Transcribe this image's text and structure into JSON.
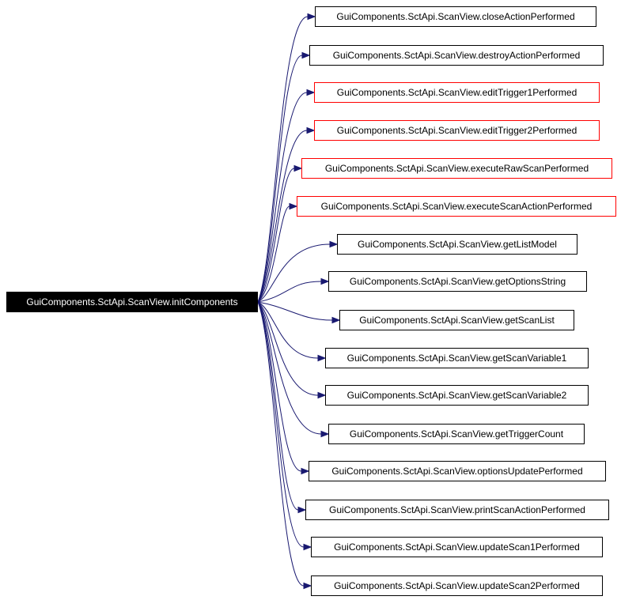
{
  "root": {
    "label": "GuiComponents.SctApi.ScanView.initComponents"
  },
  "colors": {
    "edge": "#191970",
    "border_default": "#000000",
    "border_highlight": "#ff0000",
    "root_fill": "#000000",
    "root_text": "#ffffff"
  },
  "callees": [
    {
      "label": "GuiComponents.SctApi.ScanView.closeActionPerformed",
      "highlight": false
    },
    {
      "label": "GuiComponents.SctApi.ScanView.destroyActionPerformed",
      "highlight": false
    },
    {
      "label": "GuiComponents.SctApi.ScanView.editTrigger1Performed",
      "highlight": true
    },
    {
      "label": "GuiComponents.SctApi.ScanView.editTrigger2Performed",
      "highlight": true
    },
    {
      "label": "GuiComponents.SctApi.ScanView.executeRawScanPerformed",
      "highlight": true
    },
    {
      "label": "GuiComponents.SctApi.ScanView.executeScanActionPerformed",
      "highlight": true
    },
    {
      "label": "GuiComponents.SctApi.ScanView.getListModel",
      "highlight": false
    },
    {
      "label": "GuiComponents.SctApi.ScanView.getOptionsString",
      "highlight": false
    },
    {
      "label": "GuiComponents.SctApi.ScanView.getScanList",
      "highlight": false
    },
    {
      "label": "GuiComponents.SctApi.ScanView.getScanVariable1",
      "highlight": false
    },
    {
      "label": "GuiComponents.SctApi.ScanView.getScanVariable2",
      "highlight": false
    },
    {
      "label": "GuiComponents.SctApi.ScanView.getTriggerCount",
      "highlight": false
    },
    {
      "label": "GuiComponents.SctApi.ScanView.optionsUpdatePerformed",
      "highlight": false
    },
    {
      "label": "GuiComponents.SctApi.ScanView.printScanActionPerformed",
      "highlight": false
    },
    {
      "label": "GuiComponents.SctApi.ScanView.updateScan1Performed",
      "highlight": false
    },
    {
      "label": "GuiComponents.SctApi.ScanView.updateScan2Performed",
      "highlight": false
    }
  ]
}
